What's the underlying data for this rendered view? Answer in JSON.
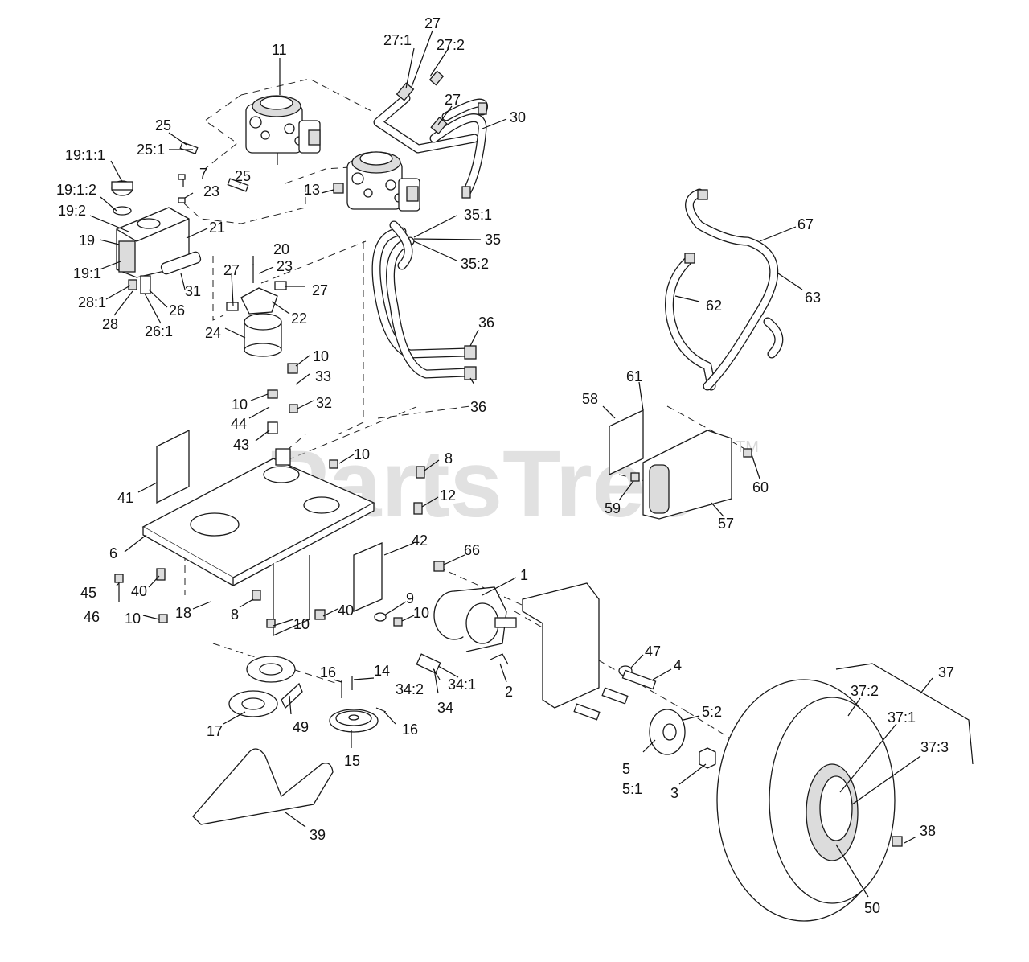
{
  "watermark": {
    "text": "PartsTree",
    "trademark": "TM"
  },
  "callouts": [
    {
      "id": "c11",
      "text": "11"
    },
    {
      "id": "c27a",
      "text": "27"
    },
    {
      "id": "c27_1",
      "text": "27:1"
    },
    {
      "id": "c27_2",
      "text": "27:2"
    },
    {
      "id": "c27b",
      "text": "27"
    },
    {
      "id": "c30",
      "text": "30"
    },
    {
      "id": "c25a",
      "text": "25"
    },
    {
      "id": "c25_1",
      "text": "25:1"
    },
    {
      "id": "c19_1_1",
      "text": "19:1:1"
    },
    {
      "id": "c19_1_2",
      "text": "19:1:2"
    },
    {
      "id": "c19_2",
      "text": "19:2"
    },
    {
      "id": "c19",
      "text": "19"
    },
    {
      "id": "c19_1",
      "text": "19:1"
    },
    {
      "id": "c7",
      "text": "7"
    },
    {
      "id": "c23a",
      "text": "23"
    },
    {
      "id": "c25b",
      "text": "25"
    },
    {
      "id": "c13",
      "text": "13"
    },
    {
      "id": "c21",
      "text": "21"
    },
    {
      "id": "c35_1",
      "text": "35:1"
    },
    {
      "id": "c35",
      "text": "35"
    },
    {
      "id": "c35_2",
      "text": "35:2"
    },
    {
      "id": "c67",
      "text": "67"
    },
    {
      "id": "c20",
      "text": "20"
    },
    {
      "id": "c23b",
      "text": "23"
    },
    {
      "id": "c27c",
      "text": "27"
    },
    {
      "id": "c27d",
      "text": "27"
    },
    {
      "id": "c31",
      "text": "31"
    },
    {
      "id": "c28_1",
      "text": "28:1"
    },
    {
      "id": "c28",
      "text": "28"
    },
    {
      "id": "c26",
      "text": "26"
    },
    {
      "id": "c26_1",
      "text": "26:1"
    },
    {
      "id": "c22",
      "text": "22"
    },
    {
      "id": "c62",
      "text": "62"
    },
    {
      "id": "c63",
      "text": "63"
    },
    {
      "id": "c24",
      "text": "24"
    },
    {
      "id": "c36a",
      "text": "36"
    },
    {
      "id": "c10a",
      "text": "10"
    },
    {
      "id": "c33",
      "text": "33"
    },
    {
      "id": "c10b",
      "text": "10"
    },
    {
      "id": "c32",
      "text": "32"
    },
    {
      "id": "c44",
      "text": "44"
    },
    {
      "id": "c43",
      "text": "43"
    },
    {
      "id": "c36b",
      "text": "36"
    },
    {
      "id": "c61",
      "text": "61"
    },
    {
      "id": "c58",
      "text": "58"
    },
    {
      "id": "c10c",
      "text": "10"
    },
    {
      "id": "c8a",
      "text": "8"
    },
    {
      "id": "c41",
      "text": "41"
    },
    {
      "id": "c12",
      "text": "12"
    },
    {
      "id": "c60",
      "text": "60"
    },
    {
      "id": "c59",
      "text": "59"
    },
    {
      "id": "c57",
      "text": "57"
    },
    {
      "id": "c6",
      "text": "6"
    },
    {
      "id": "c42",
      "text": "42"
    },
    {
      "id": "c66",
      "text": "66"
    },
    {
      "id": "c1",
      "text": "1"
    },
    {
      "id": "c45",
      "text": "45"
    },
    {
      "id": "c40a",
      "text": "40"
    },
    {
      "id": "c46",
      "text": "46"
    },
    {
      "id": "c8b",
      "text": "8"
    },
    {
      "id": "c9",
      "text": "9"
    },
    {
      "id": "c10d",
      "text": "10"
    },
    {
      "id": "c10e",
      "text": "10"
    },
    {
      "id": "c18",
      "text": "18"
    },
    {
      "id": "c10f",
      "text": "10"
    },
    {
      "id": "c40b",
      "text": "40"
    },
    {
      "id": "c47",
      "text": "47"
    },
    {
      "id": "c4",
      "text": "4"
    },
    {
      "id": "c16a",
      "text": "16"
    },
    {
      "id": "c14",
      "text": "14"
    },
    {
      "id": "c34_2",
      "text": "34:2"
    },
    {
      "id": "c34_1",
      "text": "34:1"
    },
    {
      "id": "c2",
      "text": "2"
    },
    {
      "id": "c34",
      "text": "34"
    },
    {
      "id": "c37",
      "text": "37"
    },
    {
      "id": "c37_2",
      "text": "37:2"
    },
    {
      "id": "c5_2",
      "text": "5:2"
    },
    {
      "id": "c17",
      "text": "17"
    },
    {
      "id": "c49",
      "text": "49"
    },
    {
      "id": "c16b",
      "text": "16"
    },
    {
      "id": "c37_1",
      "text": "37:1"
    },
    {
      "id": "c15",
      "text": "15"
    },
    {
      "id": "c5",
      "text": "5"
    },
    {
      "id": "c5_1",
      "text": "5:1"
    },
    {
      "id": "c3",
      "text": "3"
    },
    {
      "id": "c37_3",
      "text": "37:3"
    },
    {
      "id": "c39",
      "text": "39"
    },
    {
      "id": "c38",
      "text": "38"
    },
    {
      "id": "c50",
      "text": "50"
    }
  ]
}
